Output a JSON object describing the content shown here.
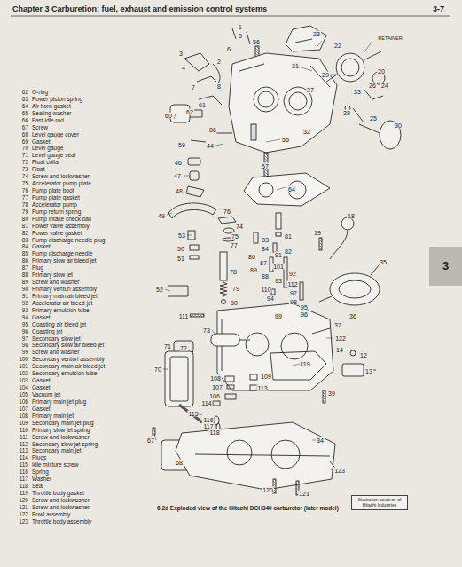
{
  "diagram": {
    "title": "Chapter 3 Carburetion; fuel, exhaust and emission control systems",
    "caption": "6.2d Exploded view of the Hitachi DCH340 carburetor (later model)",
    "nodes": [
      {
        "text": [
          "Illustration courtesy of Hitachi Industries"
        ]
      },
      {
        "text": [
          "3"
        ]
      }
    ],
    "labels": [
      "3-7",
      "62",
      "O-ring",
      "63",
      "Power piston spring",
      "64",
      "Air horn gasket",
      "65",
      "Sealing washer",
      "66",
      "Fast idle rod",
      "67",
      "Screw",
      "68",
      "Level gauge cover",
      "69",
      "Gasket",
      "70",
      "Level gauge",
      "71",
      "Level gauge seal",
      "72",
      "Float collar",
      "73",
      "Float",
      "74",
      "Screw and lockwasher",
      "75",
      "Accelerator pump plate",
      "76",
      "Pump plate boot",
      "77",
      "Pump plate gasket",
      "78",
      "Accelerator pump",
      "79",
      "Pump return spring",
      "80",
      "Pump intake check ball",
      "81",
      "Power valve assembly",
      "82",
      "Power valve gasket",
      "83",
      "Pump discharge needle plug",
      "84",
      "Gasket",
      "85",
      "Pump discharge needle",
      "86",
      "Primary slow air bleed jet",
      "87",
      "Plug",
      "88",
      "Primary slow jet",
      "89",
      "Screw and washer",
      "90",
      "Primary venturi assembly",
      "91",
      "Primary main air bleed jet",
      "92",
      "Accelerator air bleed jet",
      "93",
      "Primary emulsion tube",
      "94",
      "Gasket",
      "95",
      "Coasting air bleed jet",
      "96",
      "Coasting jet",
      "97",
      "Secondary slow jet",
      "98",
      "Secondary slow air bleed jet",
      "99",
      "Screw and washer",
      "100",
      "Secondary venturi assembly",
      "101",
      "Secondary main air bleed jet",
      "102",
      "Secondary emulsion tube",
      "103",
      "Gasket",
      "104",
      "Gasket",
      "105",
      "Vacuum jet",
      "106",
      "Primary main jet plug",
      "107",
      "Gasket",
      "108",
      "Primary main jet",
      "109",
      "Secondary main jet plug",
      "110",
      "Primary slow jet spring",
      "111",
      "Screw and lockwasher",
      "112",
      "Secondary slow jet spring",
      "113",
      "Secondary main jet",
      "114",
      "Plugs",
      "115",
      "Idle mixture screw",
      "116",
      "Spring",
      "117",
      "Washer",
      "118",
      "Seal",
      "119",
      "Throttle body gasket",
      "120",
      "Screw and lockwasher",
      "121",
      "Screw and lockwasher",
      "122",
      "Bowl assembly",
      "123",
      "Throttle body assembly",
      "1",
      "5",
      "56",
      "23",
      "6",
      "3",
      "2",
      "4",
      "7",
      "8",
      "22",
      "RETAINER",
      "31",
      "29",
      "20",
      "26",
      "24",
      "27",
      "33",
      "61",
      "62",
      "60",
      "28",
      "25",
      "30",
      "86",
      "32",
      "55",
      "59",
      "44",
      "46",
      "57",
      "47",
      "64",
      "48",
      "76",
      "49",
      "18",
      "74",
      "19",
      "53",
      "75",
      "81",
      "83",
      "77",
      "50",
      "84",
      "82",
      "91",
      "86",
      "51",
      "35",
      "87",
      "101",
      "89",
      "78",
      "92",
      "88",
      "93",
      "112",
      "79",
      "110",
      "52",
      "97",
      "94",
      "98",
      "80",
      "95",
      "96",
      "111",
      "99",
      "36",
      "37",
      "73",
      "122",
      "71",
      "72",
      "14",
      "12",
      "119",
      "70",
      "13",
      "109",
      "108",
      "107",
      "113",
      "39",
      "106",
      "114",
      "115",
      "116",
      "117",
      "118",
      "34",
      "67",
      "68",
      "123",
      "120",
      "121"
    ]
  }
}
